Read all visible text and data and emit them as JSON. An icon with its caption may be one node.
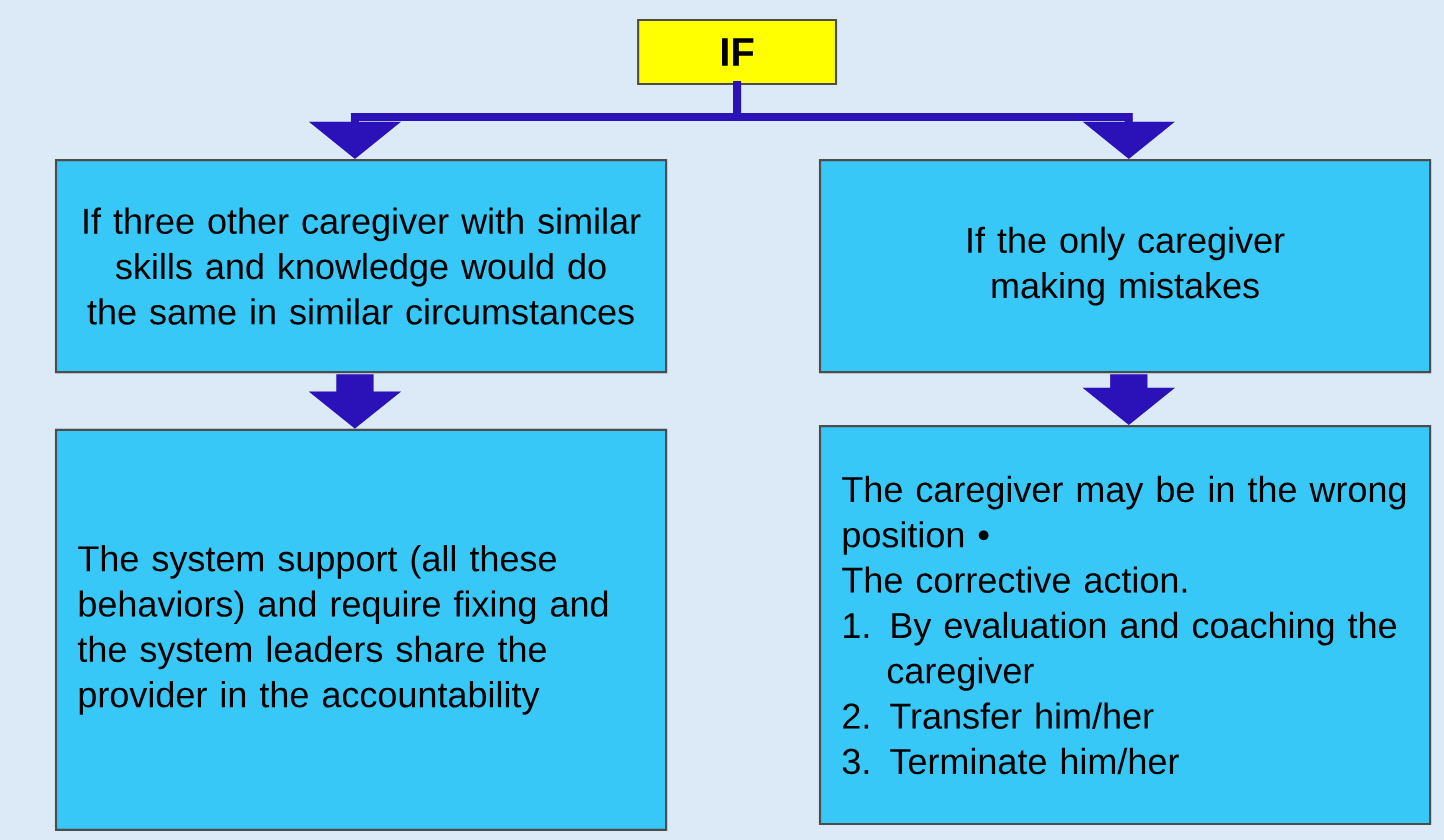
{
  "diagram": {
    "nodes": [
      {
        "text": [
          "IF"
        ]
      },
      {
        "text": [
          "If three other caregiver with similar skills and knowledge would do the same in similar circumstances"
        ]
      },
      {
        "text": [
          "If the only caregiver making mistakes"
        ]
      },
      {
        "text": [
          "The system support (all these behaviors) and require fixing and the system leaders share the provider in the accountability"
        ]
      },
      {
        "text": [
          "The caregiver may be in the wrong position •",
          "The corrective action.",
          "1. By evaluation and coaching the caregiver",
          "2. Transfer him/her",
          "3. Terminate him/her"
        ]
      }
    ],
    "edges": [
      {
        "from": 0,
        "to": 1,
        "arrow": "to"
      },
      {
        "from": 0,
        "to": 2,
        "arrow": "to"
      },
      {
        "from": 1,
        "to": 3,
        "arrow": "to",
        "style": "thick"
      },
      {
        "from": 2,
        "to": 4,
        "arrow": "to",
        "style": "thick"
      }
    ]
  }
}
